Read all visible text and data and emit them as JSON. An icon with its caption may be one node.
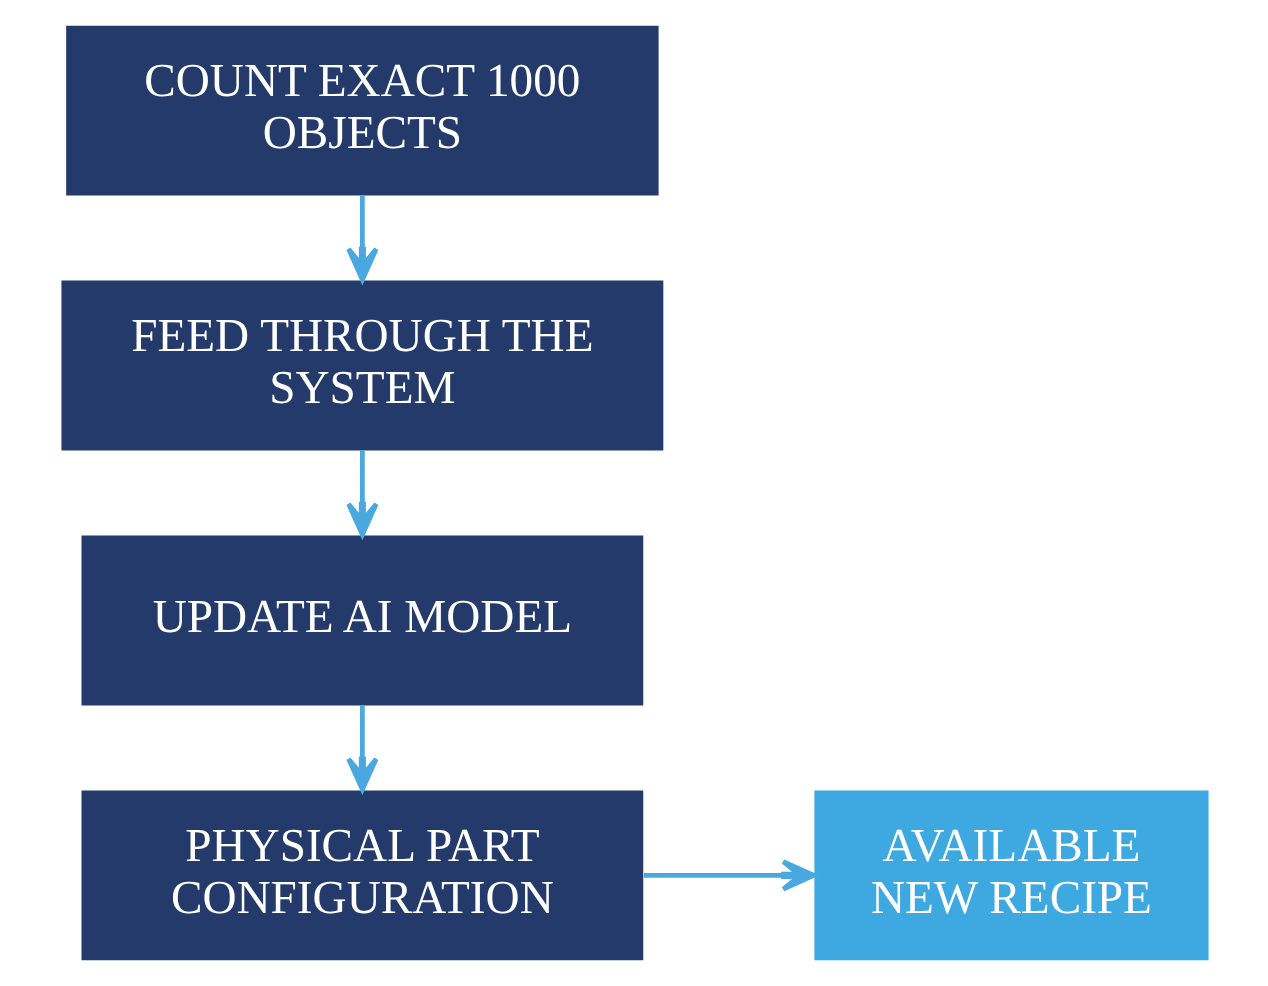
{
  "diagram": {
    "nodes": [
      {
        "text": [
          "COUNT EXACT 1000 OBJECTS"
        ]
      },
      {
        "text": [
          "FEED THROUGH THE SYSTEM"
        ]
      },
      {
        "text": [
          "UPDATE AI MODEL"
        ]
      },
      {
        "text": [
          "PHYSICAL PART CONFIGURATION"
        ]
      },
      {
        "text": [
          "AVAILABLE NEW RECIPE"
        ]
      }
    ],
    "edges": [
      {
        "from": 0,
        "to": 1,
        "arrow": "to"
      },
      {
        "from": 1,
        "to": 2,
        "arrow": "to"
      },
      {
        "from": 2,
        "to": 3,
        "arrow": "to"
      },
      {
        "from": 3,
        "to": 4,
        "arrow": "to"
      }
    ]
  }
}
